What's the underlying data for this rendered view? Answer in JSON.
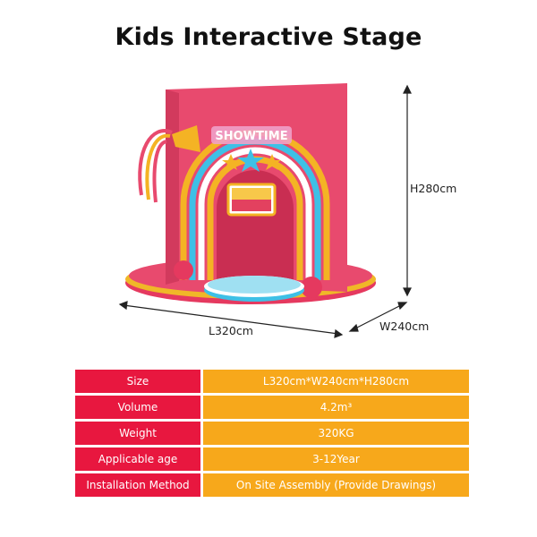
{
  "title": "Kids Interactive Stage",
  "stage_sign": "SHOWTIME",
  "dimensions": {
    "height": "H280cm",
    "length": "L320cm",
    "width": "W240cm"
  },
  "specs": [
    {
      "label": "Size",
      "value": "L320cm*W240cm*H280cm"
    },
    {
      "label": "Volume",
      "value": "4.2m³"
    },
    {
      "label": "Weight",
      "value": "320KG"
    },
    {
      "label": "Applicable age",
      "value": "3-12Year"
    },
    {
      "label": "Installation Method",
      "value": "On Site Assembly (Provide Drawings)"
    }
  ],
  "colors": {
    "label_bg": "#e8173f",
    "value_bg": "#f7a81b",
    "stage_pink": "#e84a6e"
  }
}
